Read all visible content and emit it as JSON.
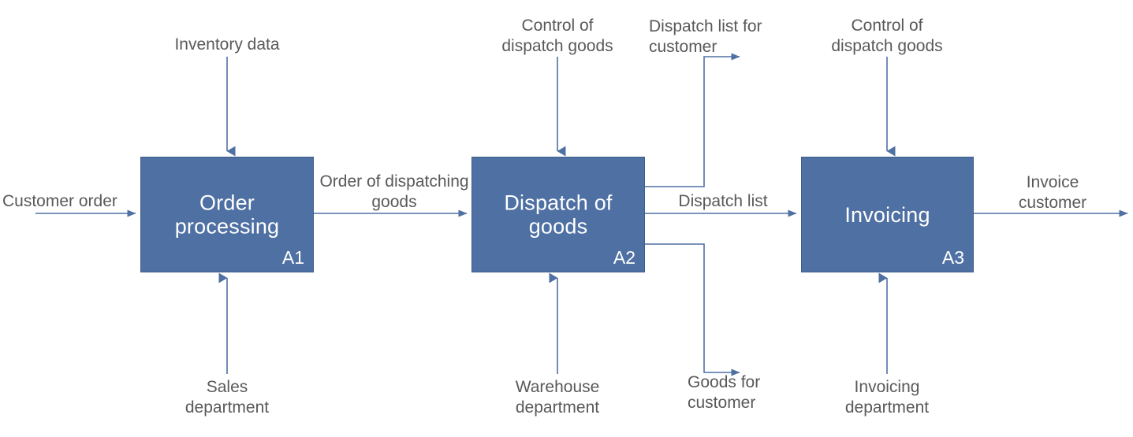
{
  "diagram": {
    "type": "IDEF0 process flow",
    "colors": {
      "box_fill": "#4f70a3",
      "box_border": "#3f5c8a",
      "arrow": "#4f70a3",
      "label_text": "#595959",
      "box_text": "#ffffff",
      "background": "#ffffff"
    },
    "processes": [
      {
        "id": "A1",
        "title": "Order\nprocessing",
        "code": "A1"
      },
      {
        "id": "A2",
        "title": "Dispatch of\ngoods",
        "code": "A2"
      },
      {
        "id": "A3",
        "title": "Invoicing",
        "code": "A3"
      }
    ],
    "labels": {
      "customer_order": "Customer order",
      "inventory_data": "Inventory data",
      "sales_department": "Sales\ndepartment",
      "order_of_dispatching_goods": "Order of dispatching\ngoods",
      "control_of_dispatch_goods_a2": "Control of\ndispatch goods",
      "warehouse_department": "Warehouse\ndepartment",
      "dispatch_list_for_customer": "Dispatch list for\ncustomer",
      "dispatch_list": "Dispatch list",
      "goods_for_customer": "Goods for\ncustomer",
      "control_of_dispatch_goods_a3": "Control of\ndispatch goods",
      "invoicing_department": "Invoicing\ndepartment",
      "invoice_customer": "Invoice\ncustomer"
    },
    "flows": [
      {
        "name": "customer-order",
        "kind": "input",
        "from": "external",
        "to": "A1",
        "label": "Customer order"
      },
      {
        "name": "inventory-data",
        "kind": "control",
        "from": "external",
        "to": "A1",
        "label": "Inventory data"
      },
      {
        "name": "sales-department",
        "kind": "mechanism",
        "from": "external",
        "to": "A1",
        "label": "Sales department"
      },
      {
        "name": "order-of-dispatching-goods",
        "kind": "input",
        "from": "A1",
        "to": "A2",
        "label": "Order of dispatching goods"
      },
      {
        "name": "control-of-dispatch-goods-a2",
        "kind": "control",
        "from": "external",
        "to": "A2",
        "label": "Control of dispatch goods"
      },
      {
        "name": "warehouse-department",
        "kind": "mechanism",
        "from": "external",
        "to": "A2",
        "label": "Warehouse department"
      },
      {
        "name": "dispatch-list-for-customer",
        "kind": "output",
        "from": "A2",
        "to": "external",
        "label": "Dispatch list for customer"
      },
      {
        "name": "dispatch-list",
        "kind": "input",
        "from": "A2",
        "to": "A3",
        "label": "Dispatch list"
      },
      {
        "name": "goods-for-customer",
        "kind": "output",
        "from": "A2",
        "to": "external",
        "label": "Goods for customer"
      },
      {
        "name": "control-of-dispatch-goods-a3",
        "kind": "control",
        "from": "external",
        "to": "A3",
        "label": "Control of dispatch goods"
      },
      {
        "name": "invoicing-department",
        "kind": "mechanism",
        "from": "external",
        "to": "A3",
        "label": "Invoicing department"
      },
      {
        "name": "invoice-customer",
        "kind": "output",
        "from": "A3",
        "to": "external",
        "label": "Invoice customer"
      }
    ]
  }
}
